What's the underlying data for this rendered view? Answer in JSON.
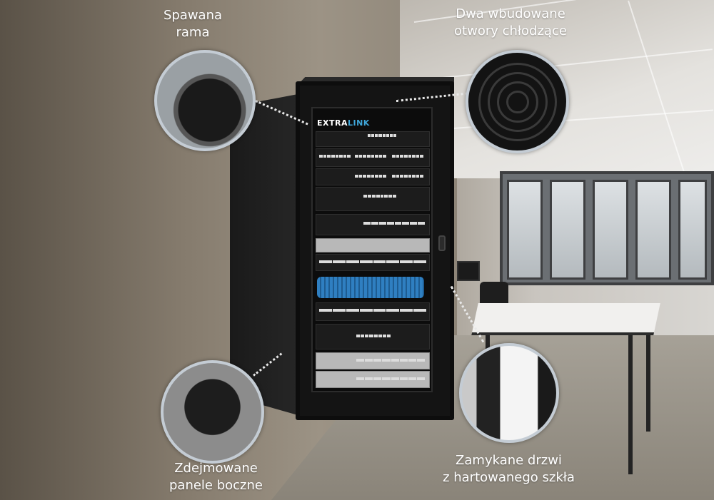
{
  "brand": {
    "logo_part1": "EXTRA",
    "logo_part2": "LINK",
    "logo_colors": {
      "text": "#ffffff",
      "accent": "#3fa6d9"
    }
  },
  "callouts": [
    {
      "id": "welded-frame",
      "line1": "Spawana",
      "line2": "rama"
    },
    {
      "id": "cooling-holes",
      "line1": "Dwa wbudowane",
      "line2": "otwory chłodzące"
    },
    {
      "id": "removable-panels",
      "line1": "Zdejmowane",
      "line2": "panele boczne"
    },
    {
      "id": "tempered-glass-door",
      "line1": "Zamykane drzwi",
      "line2": "z hartowanego szkła"
    }
  ],
  "detail_image_c4": {
    "logo_text": "EXTRALINK"
  },
  "colors": {
    "label_text": "#ffffff",
    "callout_border": "#c4ccd4",
    "cabinet": "#141414"
  }
}
